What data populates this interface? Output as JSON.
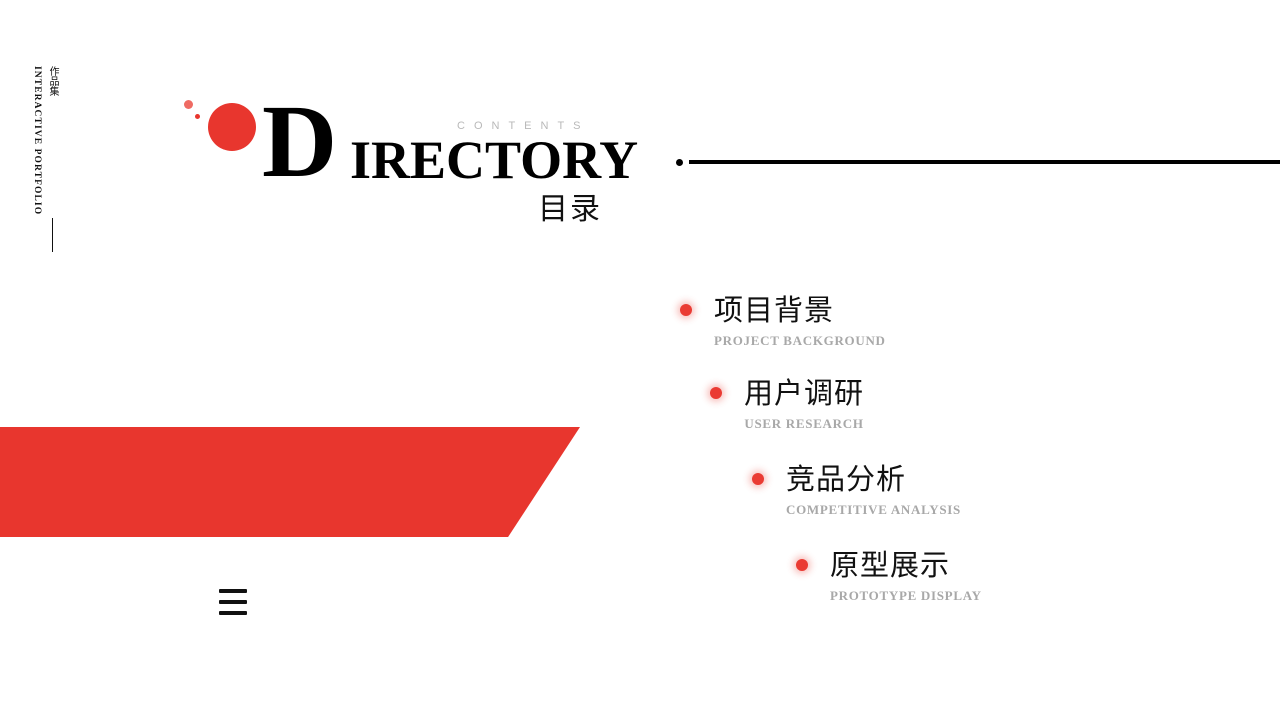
{
  "brand": {
    "vertical_cn": "作品集",
    "vertical_en": "INTERACTIVE PORTFOLIO"
  },
  "title": {
    "drop_cap": "D",
    "eyebrow": "CONTENTS",
    "main": "IRECTORY",
    "subtitle_cn": "目录"
  },
  "colors": {
    "accent_red": "#e8362e",
    "bullet_red": "#ea3b33",
    "eyebrow_gray": "#b9b9b9",
    "subtitle_gray": "#a8a8a8",
    "ink_black": "#111111"
  },
  "menu": {
    "items": [
      {
        "cn": "项目背景",
        "en": "PROJECT BACKGROUND"
      },
      {
        "cn": "用户调研",
        "en": "USER RESEARCH"
      },
      {
        "cn": "竞品分析",
        "en": "COMPETITIVE ANALYSIS"
      },
      {
        "cn": "原型展示",
        "en": "PROTOTYPE DISPLAY"
      }
    ]
  },
  "icons": {
    "menu_icon": "hamburger-icon"
  }
}
